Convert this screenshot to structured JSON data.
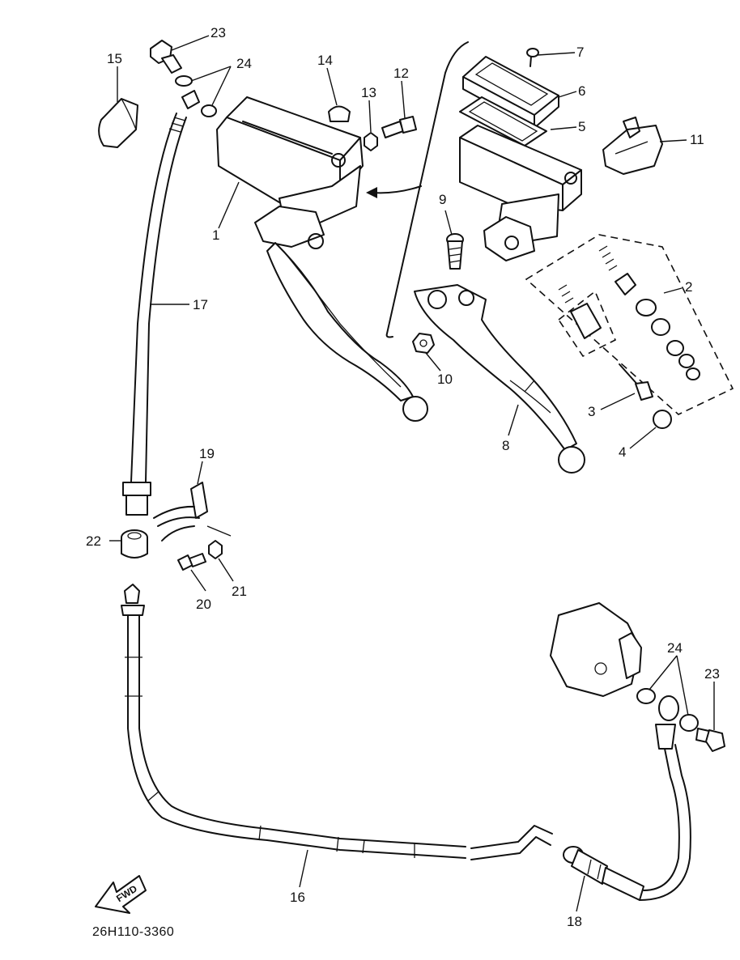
{
  "diagram": {
    "drawing_code": "26H110-3360",
    "fwd_label": "FWD",
    "callouts": {
      "c1": "1",
      "c2": "2",
      "c3": "3",
      "c4": "4",
      "c5": "5",
      "c6": "6",
      "c7": "7",
      "c8": "8",
      "c9": "9",
      "c10": "10",
      "c11": "11",
      "c12": "12",
      "c13": "13",
      "c14": "14",
      "c15": "15",
      "c16": "16",
      "c17": "17",
      "c18": "18",
      "c19": "19",
      "c20": "20",
      "c21": "21",
      "c22": "22",
      "c23_top": "23",
      "c24_top": "24",
      "c23_bottom": "23",
      "c24_bottom": "24"
    }
  }
}
